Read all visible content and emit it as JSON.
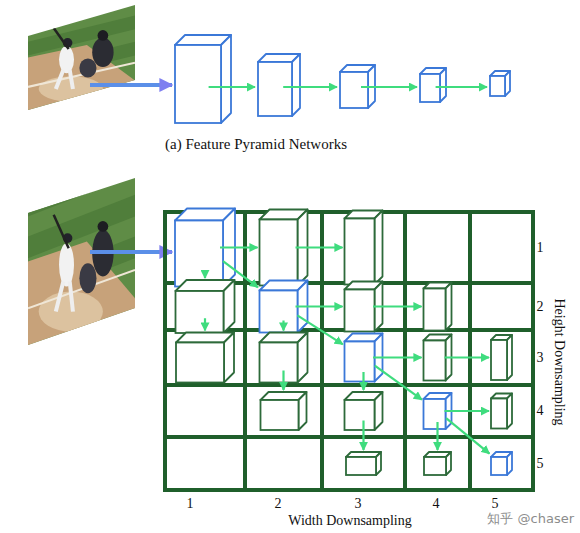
{
  "diagram": {
    "caption": "(a) Feature Pyramid Networks",
    "labels": [
      "1",
      "2",
      "3",
      "4",
      "5",
      "Height Downsampling",
      "1",
      "2",
      "3",
      "4",
      "5",
      "Width Downsampling",
      "知乎 @chaser"
    ]
  }
}
